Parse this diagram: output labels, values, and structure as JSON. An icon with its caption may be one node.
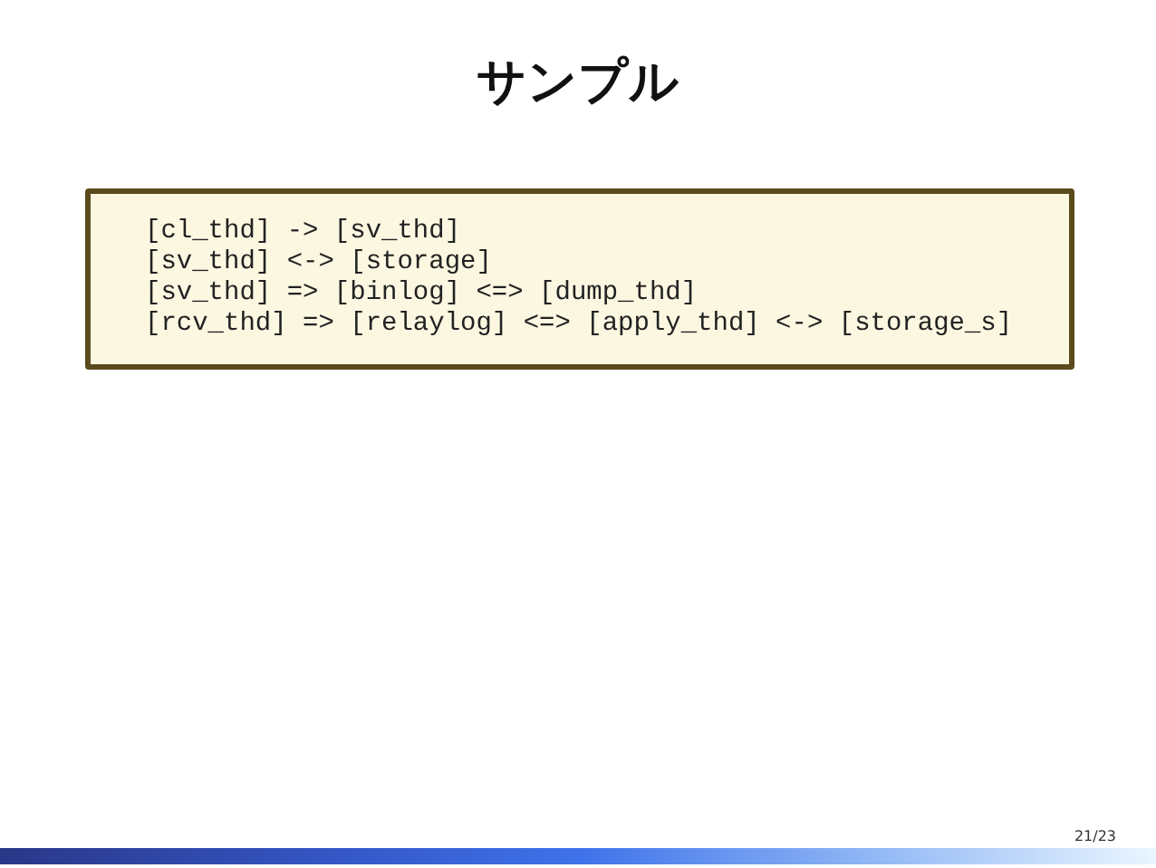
{
  "diagram": {
    "title": "サンプル",
    "nodes": [
      {
        "text": [
          "[cl_thd] -> [sv_thd]",
          "[sv_thd] <-> [storage]",
          "[sv_thd] => [binlog] <=> [dump_thd]",
          "[rcv_thd] => [relaylog] <=> [apply_thd] <-> [storage_s]"
        ]
      }
    ],
    "labels": [
      "21/23"
    ]
  }
}
